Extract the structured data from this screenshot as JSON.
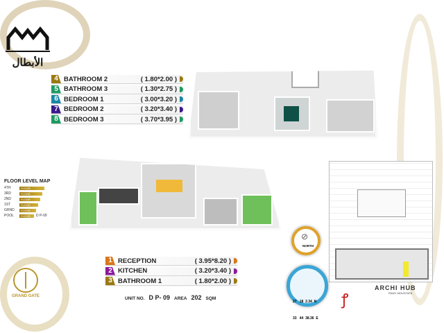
{
  "logo_top": {
    "text": "الأبطال"
  },
  "logo_bottom": {
    "text": "GRAND GATE"
  },
  "upper_legend": [
    {
      "num": "4",
      "name": "BATHROOM 2",
      "dims": "( 1.80*2.00 )",
      "color": "#9a7a12"
    },
    {
      "num": "5",
      "name": "BATHROOM 3",
      "dims": "( 1.30*2.75 )",
      "color": "#1e9a62"
    },
    {
      "num": "6",
      "name": "BEDROOM   1",
      "dims": "( 3.00*3.20 )",
      "color": "#1a86a6"
    },
    {
      "num": "7",
      "name": "BEDROOM   2",
      "dims": "( 3.20*3.40 )",
      "color": "#3a1a8a"
    },
    {
      "num": "8",
      "name": "BEDROOM   3",
      "dims": "( 3.70*3.95 )",
      "color": "#1e9a62"
    }
  ],
  "lower_legend": [
    {
      "num": "1",
      "name": "RECEPTION",
      "dims": "( 3.95*8.20 )",
      "color": "#d9771a"
    },
    {
      "num": "2",
      "name": "KITCHEN",
      "dims": "( 3.20*3.40 )",
      "color": "#8a1a9a"
    },
    {
      "num": "3",
      "name": "BATHROOM 1",
      "dims": "( 1.80*2.00 )",
      "color": "#9a7a12"
    }
  ],
  "floor_map": {
    "title": "FLOOR LEVEL MAP",
    "levels": [
      {
        "label": "4TH",
        "tag": "FLOOR"
      },
      {
        "label": "3RD",
        "tag": "FLOOR"
      },
      {
        "label": "2ND",
        "tag": "FLOOR"
      },
      {
        "label": "1ST",
        "tag": "FLOOR"
      },
      {
        "label": "GRND",
        "tag": "FLOOR"
      },
      {
        "label": "POOL",
        "tag": "FLOOR",
        "note": "D P-09"
      }
    ]
  },
  "unit": {
    "unit_label": "UNIT NO.",
    "unit_no": "D P- 09",
    "area_label": "AREA",
    "area": "202",
    "area_unit": "SQM"
  },
  "compass": {
    "label": "NORTH"
  },
  "location": {
    "lat": "27   18  2.34  N",
    "lon": "33   44  38.36  E"
  },
  "credit": {
    "name": "ARCHI HUB",
    "sub": "RAMY MOUSTAFA"
  }
}
